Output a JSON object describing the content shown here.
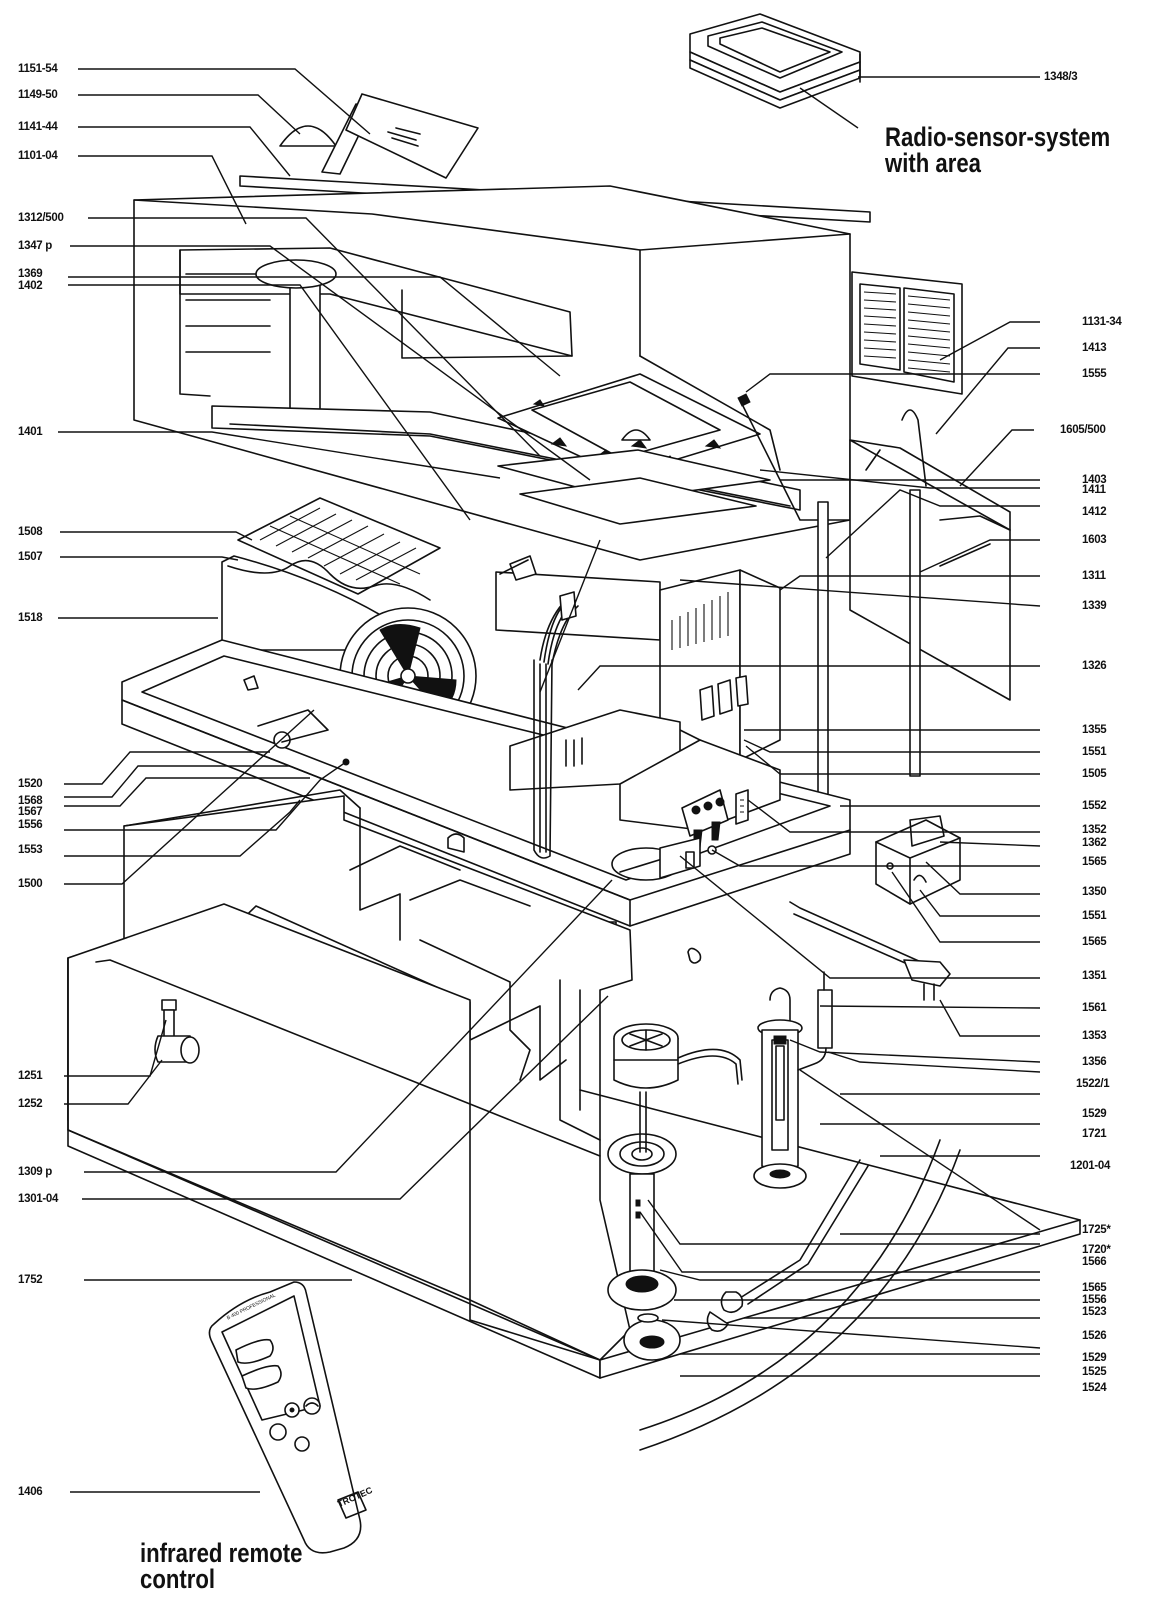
{
  "diagram": {
    "left_labels": [
      "1151-54",
      "1149-50",
      "1141-44",
      "1101-04",
      "1312/500",
      "1347 p",
      "1369",
      "1402",
      "1401",
      "1508",
      "1507",
      "1518",
      "1520",
      "1568",
      "1567",
      "1556",
      "1553",
      "1500",
      "1251",
      "1252",
      "1309 p",
      "1301-04",
      "1752",
      "1406"
    ],
    "right_labels": [
      "1348/3",
      "1131-34",
      "1413",
      "1555",
      "1605/500",
      "1403",
      "1411",
      "1412",
      "1603",
      "1311",
      "1339",
      "1326",
      "1355",
      "1551",
      "1505",
      "1552",
      "1352",
      "1362",
      "1565",
      "1350",
      "1551",
      "1565",
      "1351",
      "1561",
      "1353",
      "1356",
      "1522/1",
      "1529",
      "1721",
      "1201-04",
      "1725*",
      "1720*",
      "1566",
      "1565",
      "1556",
      "1523",
      "1526",
      "1529",
      "1525",
      "1524"
    ],
    "captions": {
      "radio_sensor": "Radio-sensor-system with area",
      "remote": "infrared remote control"
    },
    "remote_brand": "TROTEC",
    "remote_panel_text": "B 400 PROFESSIONAL"
  }
}
